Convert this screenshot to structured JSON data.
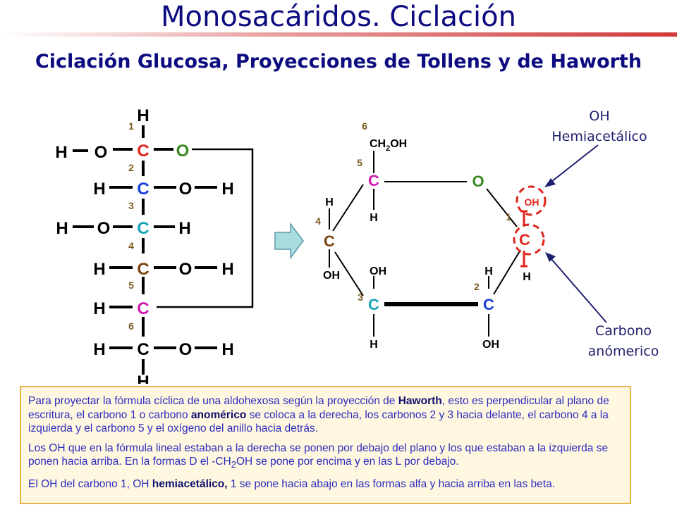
{
  "title": "Monosacáridos. Ciclación",
  "subtitle": "Ciclación Glucosa, Proyecciones de Tollens y de Haworth",
  "labels": {
    "oh_hemiacetal_line1": "OH",
    "oh_hemiacetal_line2": "Hemiacetálico",
    "carbono_line1": "Carbono",
    "carbono_line2": "anómerico"
  },
  "atoms": {
    "C": "C",
    "H": "H",
    "O": "O",
    "OH": "OH",
    "CH2OH": "CH",
    "sub2": "2",
    "OHsuffix": "OH"
  },
  "numbers": {
    "n1": "1",
    "n2": "2",
    "n3": "3",
    "n4": "4",
    "n5": "5",
    "n6": "6"
  },
  "text": {
    "p1_a": "Para proyectar la fórmula cíclica de una aldohexosa según la proyección de ",
    "p1_b": "Haworth",
    "p1_c": ", esto es perpendicular al plano de escritura,  el carbono 1 o carbono ",
    "p1_d": "anomérico",
    "p1_e": " se coloca a la derecha, los carbonos 2 y 3 hacia delante, el carbono 4 a la izquierda y el carbono 5 y el oxígeno del anillo hacia detrás.",
    "p2_a": " Los OH que en la fórmula lineal estaban a la derecha se ponen por debajo del plano y los que estaban a la izquierda se ponen hacia arriba. En la formas D el -CH",
    "p2_sub": "2",
    "p2_b": "OH se pone por encima y en las L por debajo.",
    "p3_a": "El OH del carbono 1, OH ",
    "p3_b": "hemiacetálico,",
    "p3_c": " 1 se pone hacia abajo en las formas alfa y hacia arriba en las beta."
  },
  "colors": {
    "title": "#0c0c80",
    "c1_red": "#e0261c",
    "c_blue": "#1a3ed8",
    "c_teal": "#1aa3b8",
    "c_brown": "#7a4510",
    "c_magenta": "#cc1ab0",
    "o_green": "#3a8a20",
    "number_brown": "#7a5a20",
    "annot": "#202070",
    "box_border": "#e8b44a",
    "box_bg": "#fff7df",
    "box_text": "#2c2cc0"
  }
}
